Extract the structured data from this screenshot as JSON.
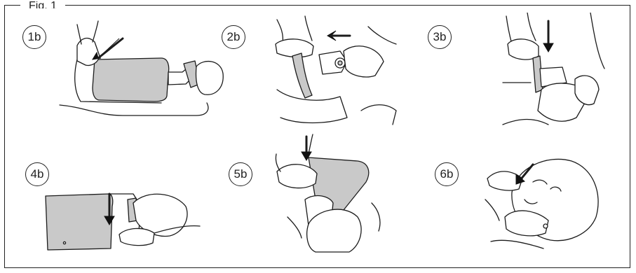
{
  "figure": {
    "title": "Fig. 1"
  },
  "steps": [
    {
      "label": "1b"
    },
    {
      "label": "2b"
    },
    {
      "label": "3b"
    },
    {
      "label": "4b"
    },
    {
      "label": "5b"
    },
    {
      "label": "6b"
    }
  ],
  "colors": {
    "line": "#1c1c1c",
    "fill_gray": "#c9c9c9",
    "background": "#ffffff"
  }
}
